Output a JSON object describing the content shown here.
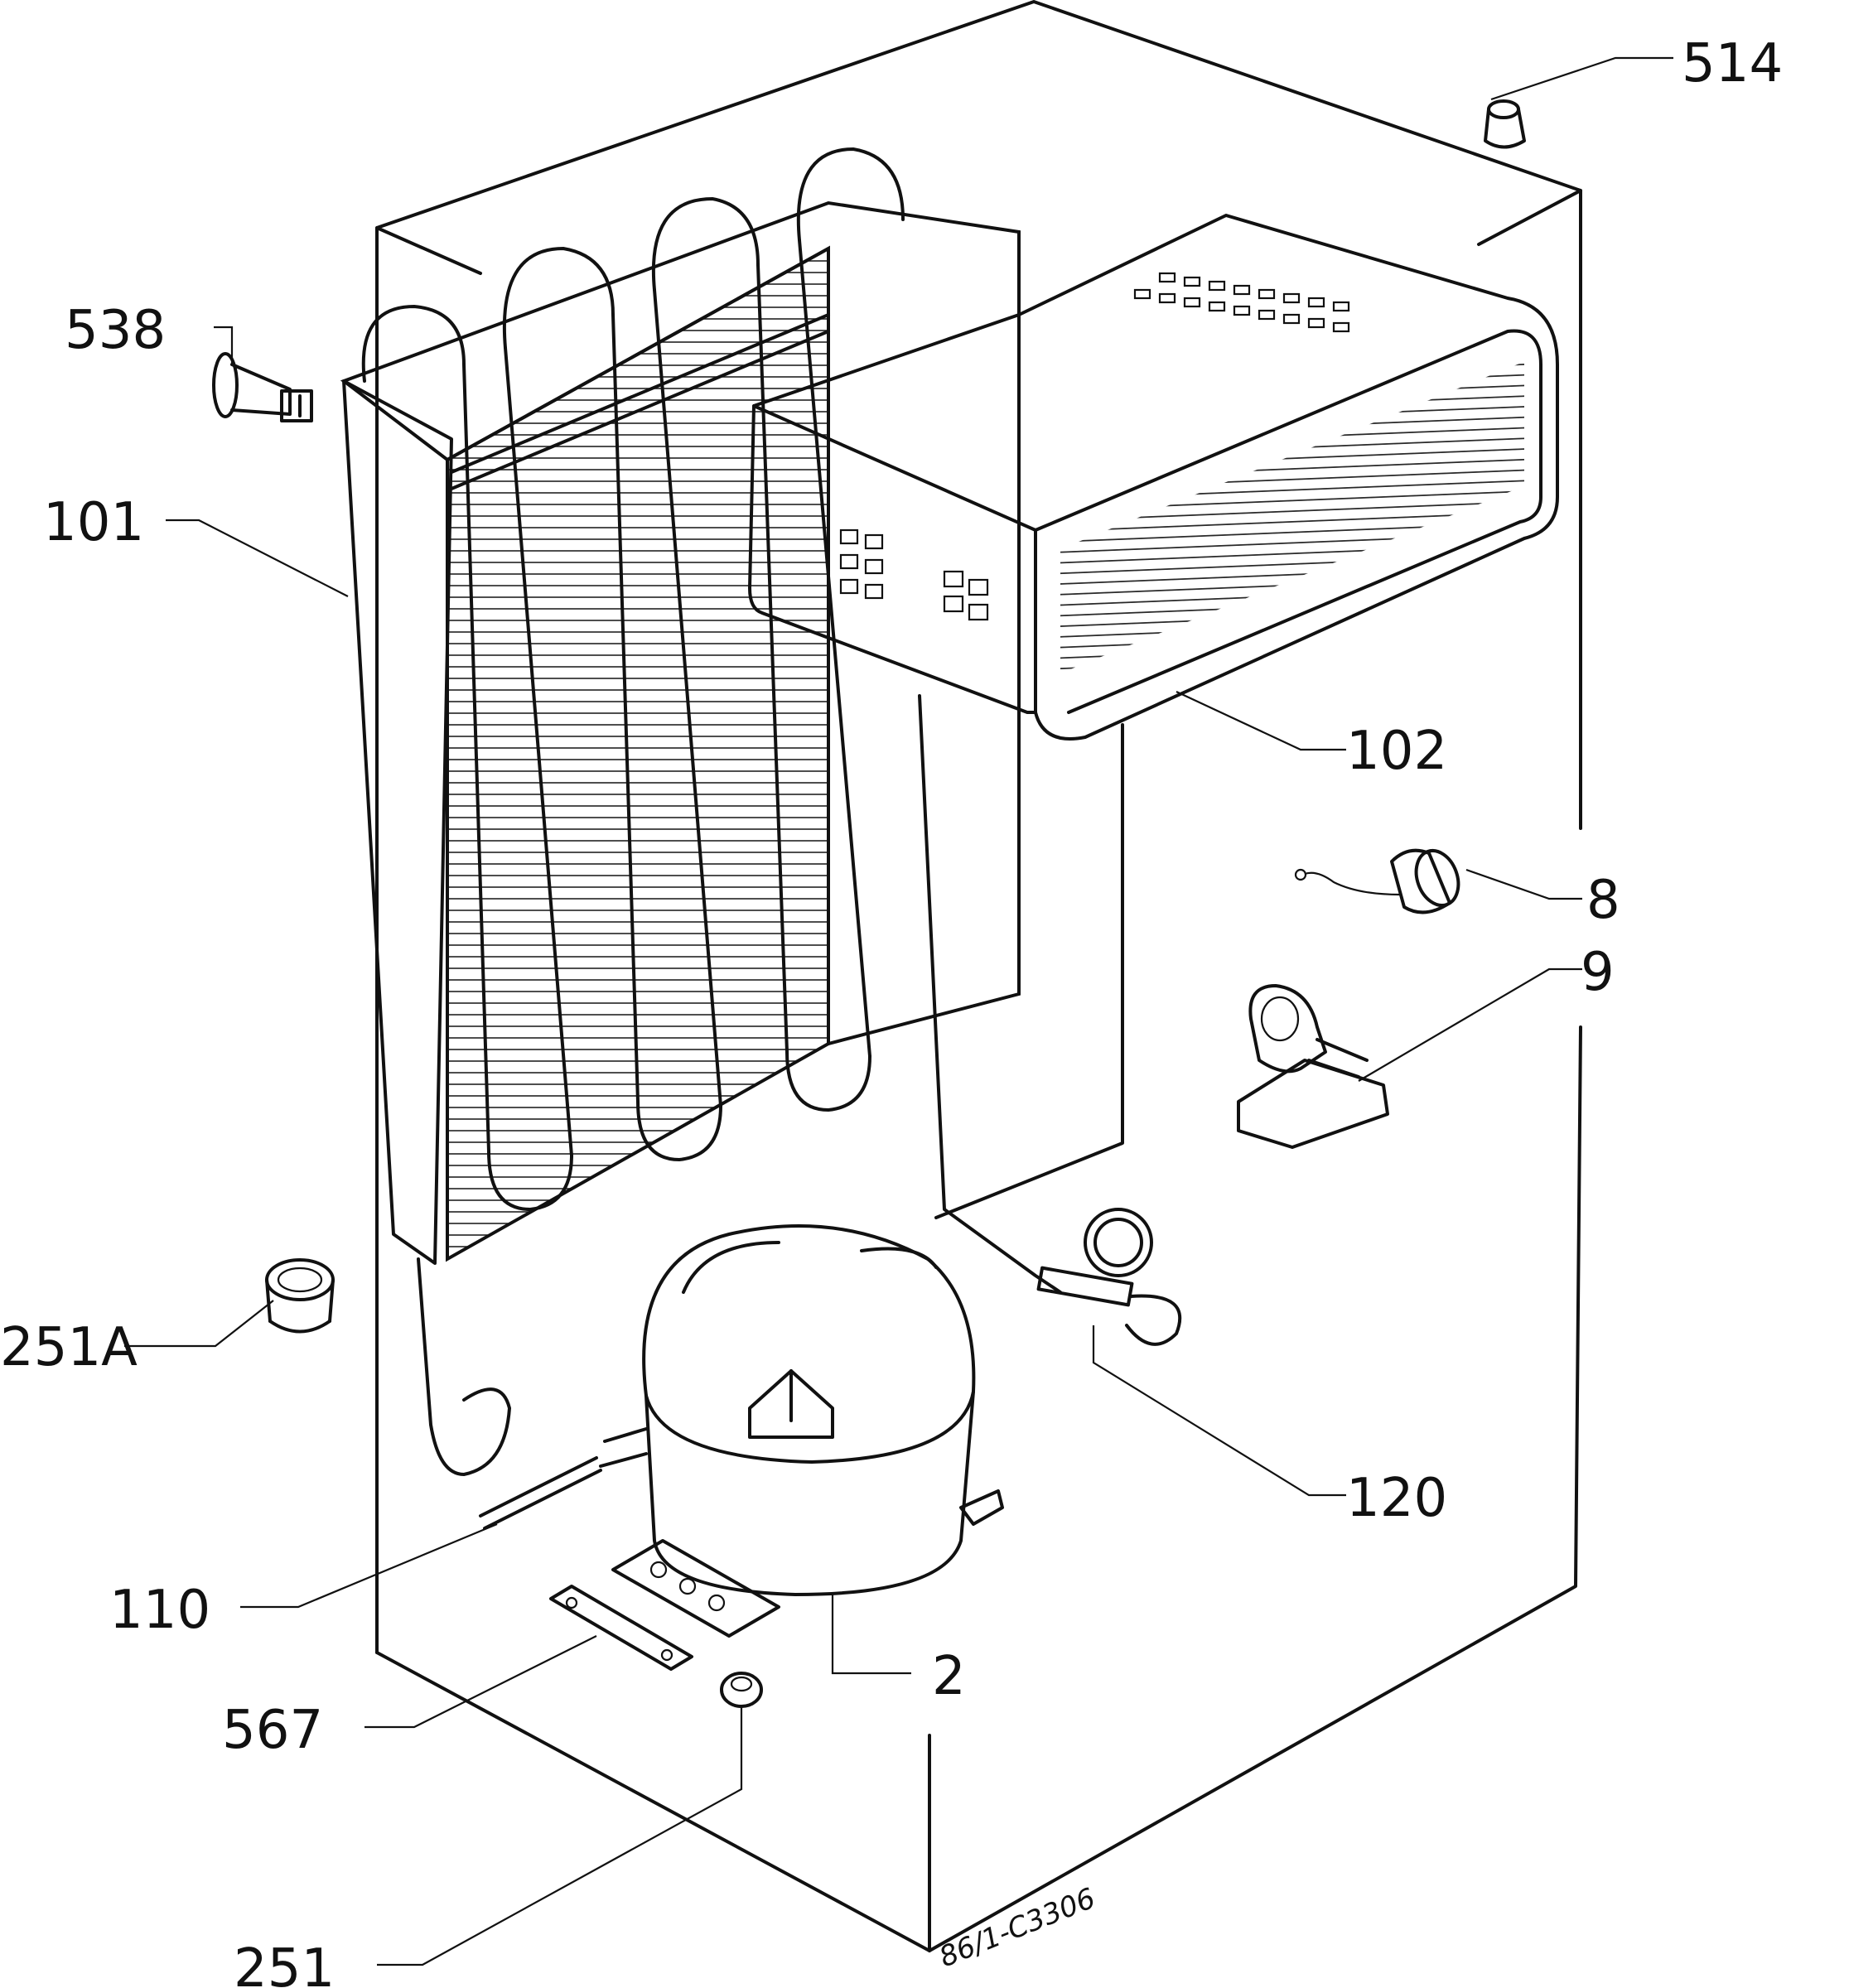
{
  "labels": {
    "p514": "514",
    "p538": "538",
    "p101": "101",
    "p102": "102",
    "p8": "8",
    "p9": "9",
    "p251A": "251A",
    "p120": "120",
    "p110": "110",
    "p2": "2",
    "p567": "567",
    "p251": "251"
  },
  "drawing_code": "86/1-C3306",
  "colors": {
    "ink": "#111111",
    "paper": "#ffffff"
  }
}
